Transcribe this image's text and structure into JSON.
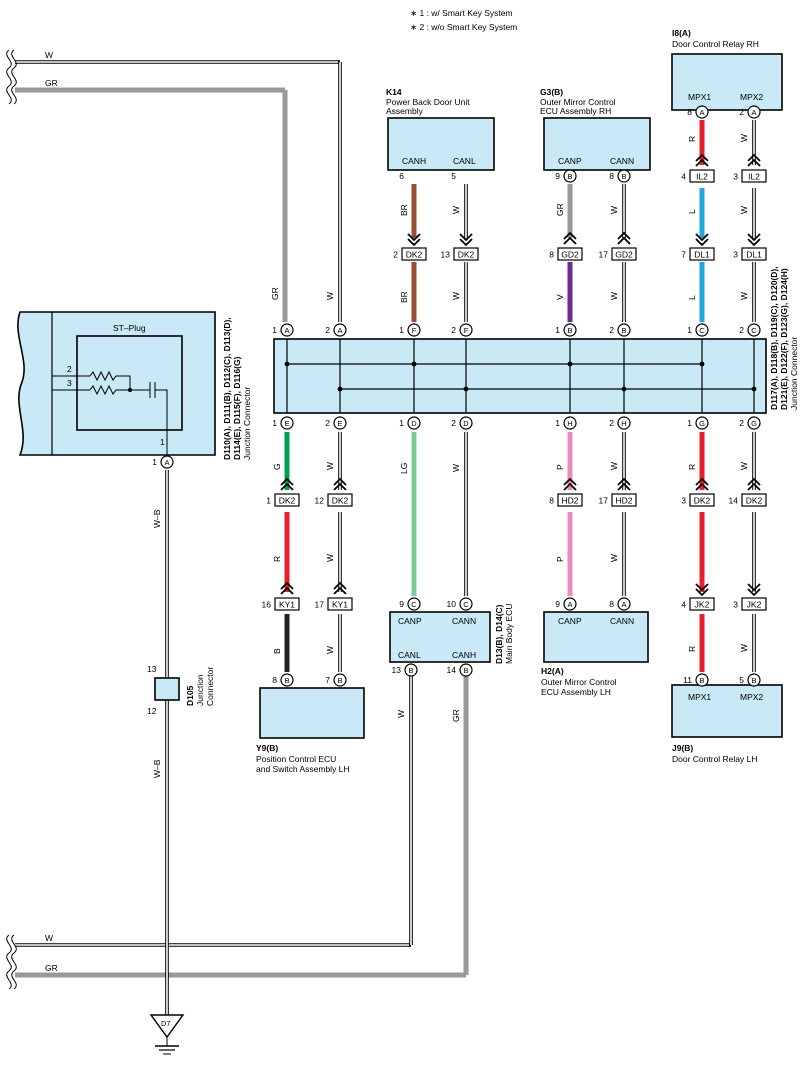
{
  "notes": [
    "∗ 1 : w/ Smart Key System",
    "∗ 2 : w/o Smart Key System"
  ],
  "colors": {
    "box_fill": "#c8e9f5",
    "R": "#e8202a",
    "L": "#1fa8e0",
    "G": "#00a050",
    "LG": "#7ccc98",
    "P": "#ee88bb",
    "BR": "#9a5030",
    "V": "#6a2a90",
    "GR": "#999999",
    "B": "#222222",
    "W": "#ffffff"
  },
  "components": {
    "i8a": {
      "code": "I8(A)",
      "name": "Door Control Relay RH",
      "pin1": "MPX1",
      "pin2": "MPX2"
    },
    "k14": {
      "code": "K14",
      "name1": "Power Back Door Unit",
      "name2": "Assembly",
      "pin1": "CANH",
      "pin2": "CANL"
    },
    "g3b": {
      "code": "G3(B)",
      "name1": "Outer Mirror Control",
      "name2": "ECU Assembly RH",
      "pin1": "CANP",
      "pin2": "CANN"
    },
    "jct_left": {
      "codes1": "D110(A), D111(B), D112(C), D113(D),",
      "codes2": "D114(E), D115(F), D116(G)",
      "name": "Junction Connector",
      "inner": "ST–Plug"
    },
    "jct_main": {
      "codes1": "D117(A), D118(B), D119(C), D120(D),",
      "codes2": "D121(E), D122(F), D123(G), D124(H)",
      "name": "Junction Connector"
    },
    "d105": {
      "code": "D105",
      "name1": "Junction",
      "name2": "Connector"
    },
    "y9b": {
      "code": "Y9(B)",
      "name1": "Position Control ECU",
      "name2": "and Switch Assembly LH"
    },
    "mbecu": {
      "code": "D13(B), D14(C)",
      "name": "Main Body ECU",
      "pin1": "CANP",
      "pin2": "CANN",
      "pin3": "CANL",
      "pin4": "CANH"
    },
    "h2a": {
      "code": "H2(A)",
      "name1": "Outer Mirror Control",
      "name2": "ECU Assembly LH",
      "pin1": "CANP",
      "pin2": "CANN"
    },
    "j9b": {
      "code": "J9(B)",
      "name": "Door Control Relay LH",
      "pin1": "MPX1",
      "pin2": "MPX2"
    },
    "d7": {
      "code": "D7"
    }
  },
  "wire_labels": {
    "W": "W",
    "GR": "GR",
    "BR": "BR",
    "R": "R",
    "L": "L",
    "G": "G",
    "LG": "LG",
    "P": "P",
    "V": "V",
    "B": "B",
    "WB": "W–B"
  },
  "connectors": {
    "DK2": "DK2",
    "GD2": "GD2",
    "IL2": "IL2",
    "DL1": "DL1",
    "HD2": "HD2",
    "KY1": "KY1",
    "JK2": "JK2"
  },
  "pins": {
    "A": "A",
    "B": "B",
    "C": "C",
    "D": "D",
    "E": "E",
    "F": "F",
    "G": "G",
    "H": "H",
    "n1": "1",
    "n2": "2",
    "n3": "3",
    "n4": "4",
    "n5": "5",
    "n6": "6",
    "n7": "7",
    "n8": "8",
    "n9": "9",
    "n10": "10",
    "n11": "11",
    "n12": "12",
    "n13": "13",
    "n14": "14",
    "n16": "16",
    "n17": "17"
  }
}
